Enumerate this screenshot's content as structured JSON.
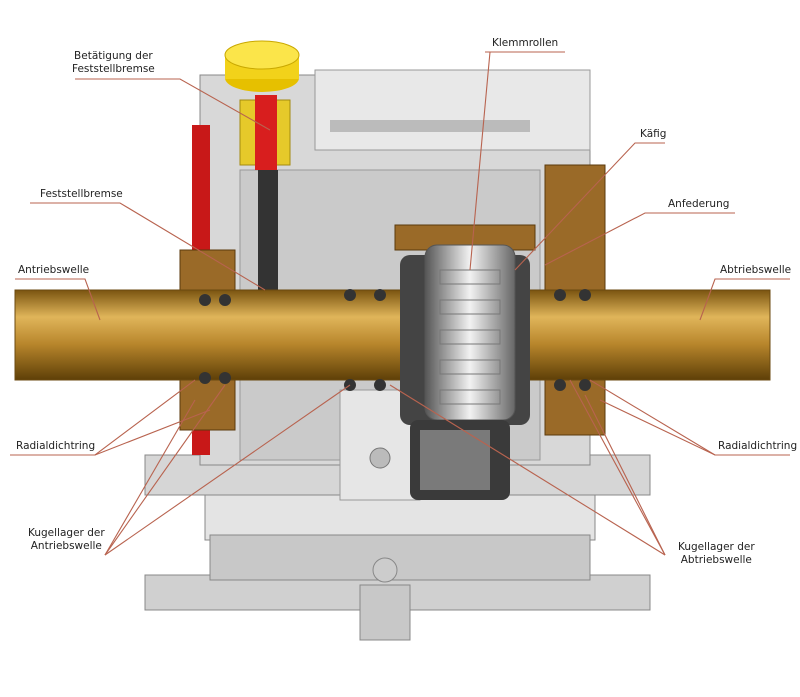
{
  "labels": {
    "betaetigung_1": "Betätigung der",
    "betaetigung_2": "Feststellbremse",
    "klemmrollen": "Klemmrollen",
    "kaefig": "Käfig",
    "anfederung": "Anfederung",
    "feststellbremse": "Feststellbremse",
    "antriebswelle": "Antriebswelle",
    "abtriebswelle": "Abtriebswelle",
    "radialdichtring_left": "Radialdichtring",
    "radialdichtring_right": "Radialdichtring",
    "kugellager_an_1": "Kugellager der",
    "kugellager_an_2": "Antriebswelle",
    "kugellager_ab_1": "Kugellager der",
    "kugellager_ab_2": "Abtriebswelle"
  },
  "colors": {
    "leader": "#b8634f",
    "housing": "#cfcfcf",
    "shaft": "#b8862c",
    "knob": "#f2d21a",
    "brake": "#d81e1e"
  }
}
